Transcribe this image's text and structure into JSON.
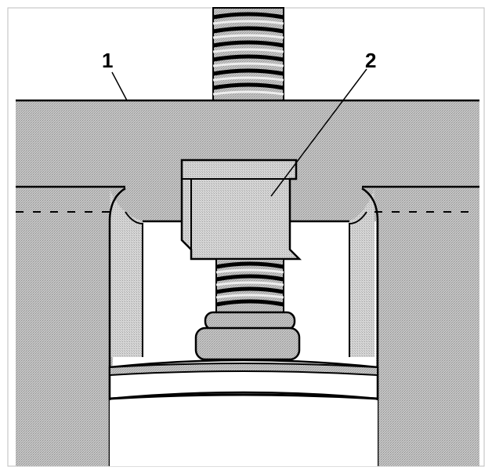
{
  "diagram": {
    "callouts": [
      {
        "id": "1",
        "label": "1"
      },
      {
        "id": "2",
        "label": "2"
      }
    ]
  },
  "colors": {
    "background": "#ffffff",
    "line": "#000000",
    "body_fill": "#c8c8c8",
    "insert_fill": "#d4d4d4"
  }
}
